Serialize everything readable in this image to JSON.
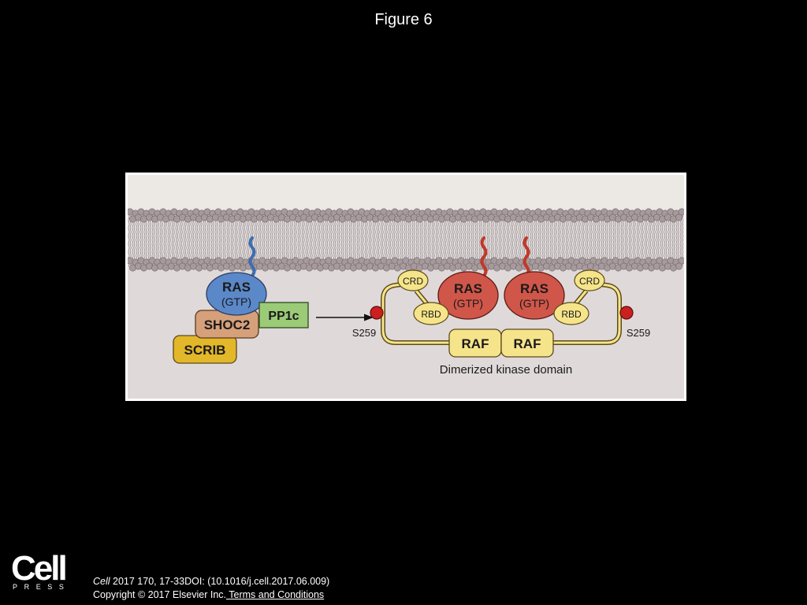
{
  "page": {
    "title": "Figure 6"
  },
  "diagram": {
    "left_complex": {
      "ras_label": "RAS",
      "ras_state": "(GTP)",
      "pp1c_label": "PP1c",
      "shoc2_label": "SHOC2",
      "scrib_label": "SCRIB"
    },
    "right_complex": {
      "ras_left_label": "RAS",
      "ras_left_state": "(GTP)",
      "ras_right_label": "RAS",
      "ras_right_state": "(GTP)",
      "crd_left_label": "CRD",
      "crd_right_label": "CRD",
      "rbd_left_label": "RBD",
      "rbd_right_label": "RBD",
      "raf_left_label": "RAF",
      "raf_right_label": "RAF",
      "s259_left_label": "S259",
      "s259_right_label": "S259",
      "caption": "Dimerized kinase domain"
    },
    "colors": {
      "ras_gtp_blue": "#5b88c8",
      "ras_gtp_red": "#d0564a",
      "pp1c_green": "#9bcb77",
      "shoc2_tan": "#d6a07a",
      "scrib_gold": "#e3b72a",
      "raf_yellow": "#f6e48a",
      "phospho_red": "#cc1f1f",
      "cytoplasm": "#e0d9d9",
      "membrane_head": "#a79a9c"
    }
  },
  "footer": {
    "logo_word": "Cell",
    "logo_sub": "PRESS",
    "journal": "Cell",
    "citation_rest": " 2017 170, 17-33DOI: (10.1016/j.cell.2017.06.009)",
    "copyright": "Copyright © 2017 Elsevier Inc.",
    "terms_link": " Terms and Conditions"
  }
}
